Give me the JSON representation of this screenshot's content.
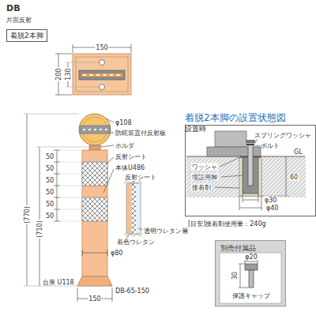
{
  "diagram": {
    "title": "DB",
    "nodes": [
      {
        "text": [
          "着脱2本脚"
        ]
      },
      {
        "text": [
          "着脱2本脚の設置状態図",
          "設置時"
        ]
      },
      {
        "text": [
          "別売付属品"
        ]
      }
    ],
    "labels": [
      "片面反射",
      "150",
      "200",
      "130",
      "φ108",
      "防眩装置付反射板",
      "ホルダ",
      "反射シート",
      "本体U486",
      "反射シート",
      "透明ウレタン層",
      "着色ウレタン",
      "φ80",
      "(770)",
      "(710)",
      "50",
      "50",
      "50",
      "50",
      "50",
      "50",
      "台座 U118",
      "150",
      "DB-65-150",
      "スプリングワッシャ",
      "ボルト",
      "GL",
      "ワッシャ",
      "埋設用脚",
      "接着剤",
      "60",
      "φ30",
      "φ40",
      "[目安]接着剤使用量：240g",
      "φ20",
      "30",
      "保護キャップ"
    ]
  }
}
